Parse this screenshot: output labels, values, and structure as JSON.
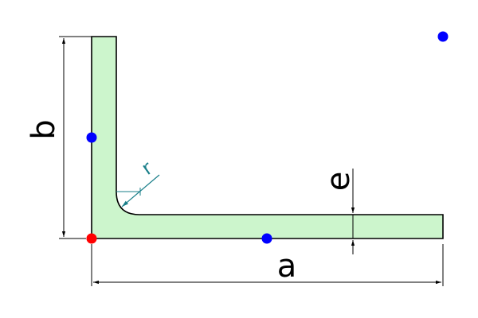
{
  "colors": {
    "profile_fill": "#ccf5cc",
    "outline": "#000000",
    "radius_annotation": "#1a7f8a",
    "origin_point": "#ff0000",
    "handle_point": "#0000ff"
  },
  "labels": {
    "width": "a",
    "height": "b",
    "thickness": "e",
    "radius": "r"
  }
}
